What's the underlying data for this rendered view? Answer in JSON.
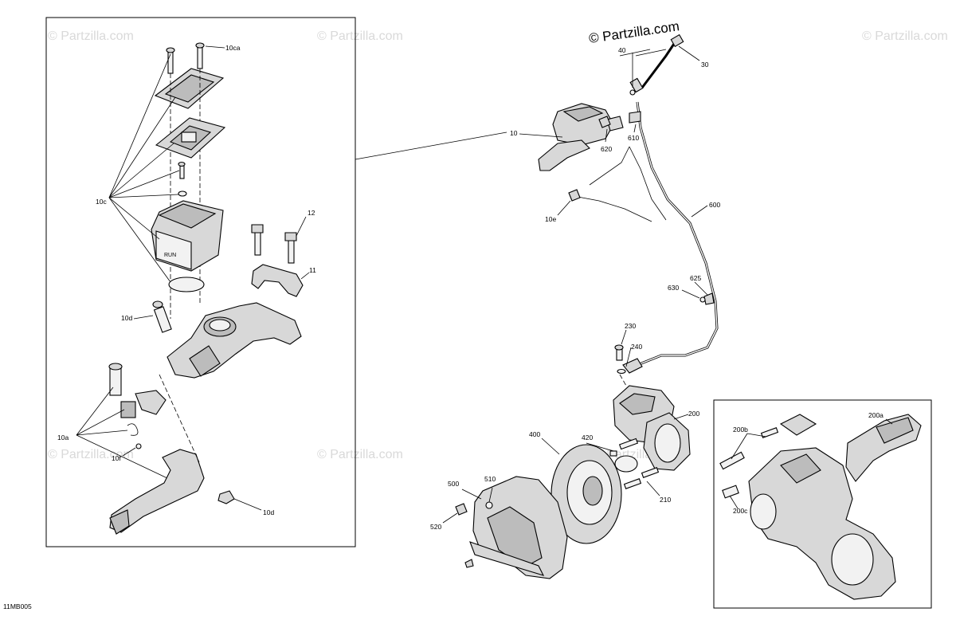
{
  "watermarks": [
    "© Partzilla.com",
    "© Partzilla.com",
    "© Partzilla.com",
    "© Partzilla.com",
    "© Partzilla.com",
    "© Partzilla.com"
  ],
  "brand": "© Partzilla.com",
  "figure_code": "11MB005",
  "labels": {
    "l10ca": "10ca",
    "l10c": "10c",
    "l12": "12",
    "l11": "11",
    "l10d_top": "10d",
    "l10a": "10a",
    "l10f": "10f",
    "l10d_bottom": "10d",
    "l40": "40",
    "l30": "30",
    "l10": "10",
    "l620": "620",
    "l610": "610",
    "l10e": "10e",
    "l600": "600",
    "l625": "625",
    "l630": "630",
    "l230": "230",
    "l240": "240",
    "l200": "200",
    "l400": "400",
    "l420": "420",
    "l500": "500",
    "l510": "510",
    "l520": "520",
    "l210": "210",
    "l200b": "200b",
    "l200a": "200a",
    "l200c": "200c"
  },
  "colors": {
    "line": "#000000",
    "part_fill": "#d8d8d8",
    "watermark": "#d9d9d9"
  }
}
